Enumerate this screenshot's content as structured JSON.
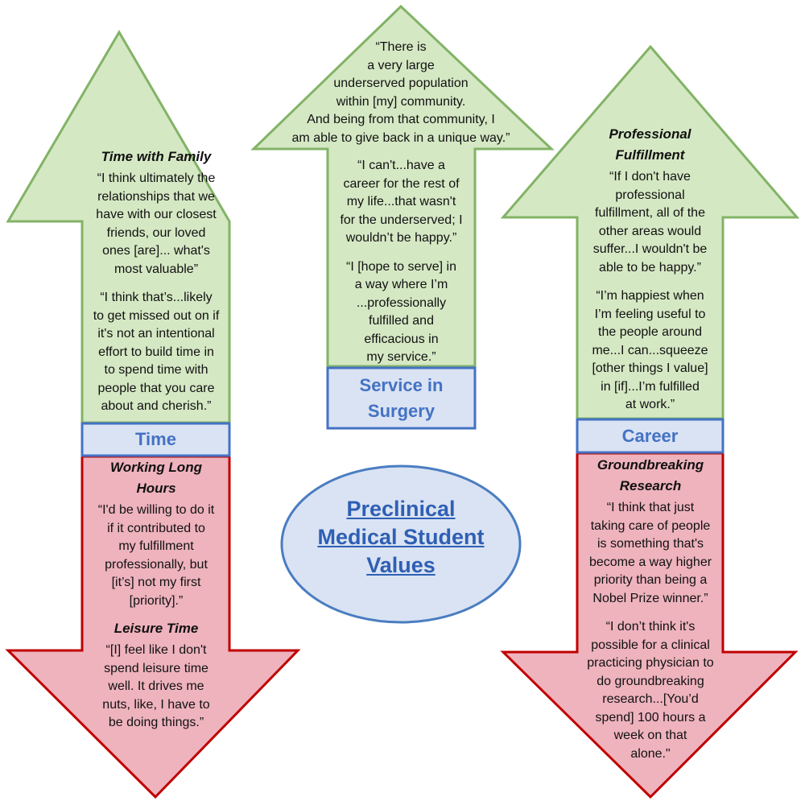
{
  "colors": {
    "positive_fill": "#d5e8c4",
    "positive_stroke": "#82b366",
    "negative_fill": "#eeb3bd",
    "negative_stroke": "#c00000",
    "label_fill": "#dae3f3",
    "label_stroke": "#4472c4",
    "label_text": "#4472c4",
    "ellipse_fill": "#dae3f3",
    "ellipse_stroke": "#4a7dc1"
  },
  "center": {
    "title": "Preclinical\nMedical Student\nValues"
  },
  "time": {
    "label": "Time",
    "up": {
      "heading": "Time with Family",
      "quotes": [
        "“I think ultimately the\nrelationships that we\nhave with our closest\nfriends, our loved\nones [are]... what's\nmost valuable”",
        "“I think that’s...likely\nto get missed out on if\nit's not an intentional\neffort to build time in\nto spend time with\npeople that you care\nabout and cherish.”"
      ]
    },
    "down": {
      "heading": "Working Long\nHours",
      "quotes": [
        "“I'd be willing to do it\nif it contributed to\nmy fulfillment\nprofessionally, but\n[it’s] not my first\n[priority].”"
      ],
      "heading2": "Leisure Time",
      "quotes2": [
        "“[I] feel like I don't\nspend leisure time\nwell. It drives me\nnuts, like, I have to\nbe doing things.”"
      ]
    }
  },
  "service": {
    "label": "Service in\nSurgery",
    "quotes": [
      "“There is\na very large\nunderserved population\nwithin [my] community.\nAnd being from that community, I\nam able to give back in a unique way.”",
      "“I can't...have a\ncareer for the rest of\nmy life...that wasn't\nfor the underserved; I\nwouldn’t be happy.”",
      "“I [hope to serve] in\na way where I’m\n...professionally\nfulfilled and\nefficacious in\nmy service.”"
    ]
  },
  "career": {
    "label": "Career",
    "up": {
      "heading": "Professional\nFulfillment",
      "quotes": [
        "“If I don't have\nprofessional\nfulfillment, all of the\nother areas would\nsuffer...I wouldn't be\nable to be happy.”",
        "“I’m happiest when\nI’m feeling useful to\nthe people around\nme...I can...squeeze\n[other things I value]\nin [if]...I’m fulfilled\nat work.”"
      ]
    },
    "down": {
      "heading": "Groundbreaking\nResearch",
      "quotes": [
        "“I think that just\ntaking care of people\nis something that's\nbecome a way higher\npriority than being a\nNobel Prize winner.”",
        "“I don’t think it's\npossible for a clinical\npracticing physician to\ndo groundbreaking\nresearch...[You’d\nspend] 100 hours a\nweek on that\nalone.\""
      ]
    }
  }
}
